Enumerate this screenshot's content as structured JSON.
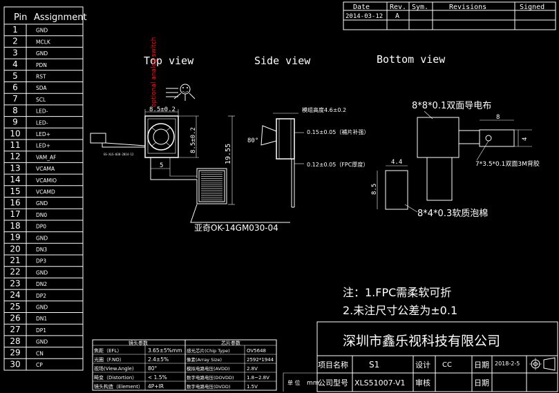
{
  "pin_table": {
    "header_pin": "Pin",
    "header_assign": "Assignment",
    "rows": [
      {
        "pin": "1",
        "sig": "GND"
      },
      {
        "pin": "2",
        "sig": "MCLK"
      },
      {
        "pin": "3",
        "sig": "GND"
      },
      {
        "pin": "4",
        "sig": "PDN"
      },
      {
        "pin": "5",
        "sig": "RST"
      },
      {
        "pin": "6",
        "sig": "SDA"
      },
      {
        "pin": "7",
        "sig": "SCL"
      },
      {
        "pin": "8",
        "sig": "LED-"
      },
      {
        "pin": "9",
        "sig": "LED-"
      },
      {
        "pin": "10",
        "sig": "LED+"
      },
      {
        "pin": "11",
        "sig": "LED+"
      },
      {
        "pin": "12",
        "sig": "VAM_AF"
      },
      {
        "pin": "13",
        "sig": "VCAMA"
      },
      {
        "pin": "14",
        "sig": "VCAMIO"
      },
      {
        "pin": "15",
        "sig": "VCAMD"
      },
      {
        "pin": "16",
        "sig": "GND"
      },
      {
        "pin": "17",
        "sig": "DN0"
      },
      {
        "pin": "18",
        "sig": "DP0"
      },
      {
        "pin": "19",
        "sig": "GND"
      },
      {
        "pin": "20",
        "sig": "DN3"
      },
      {
        "pin": "21",
        "sig": "DP3"
      },
      {
        "pin": "22",
        "sig": "GND"
      },
      {
        "pin": "23",
        "sig": "DN2"
      },
      {
        "pin": "24",
        "sig": "DP2"
      },
      {
        "pin": "25",
        "sig": "GND"
      },
      {
        "pin": "26",
        "sig": "DN1"
      },
      {
        "pin": "27",
        "sig": "DP1"
      },
      {
        "pin": "28",
        "sig": "GND"
      },
      {
        "pin": "29",
        "sig": "CN"
      },
      {
        "pin": "30",
        "sig": "CP"
      }
    ]
  },
  "revision": {
    "headers": [
      "Date",
      "Rev.",
      "Sym.",
      "Revisions",
      "Signed"
    ],
    "row": [
      "2014-03-12",
      "A",
      "",
      "",
      ""
    ]
  },
  "views": {
    "top": "Top view",
    "side": "Side view",
    "bottom": "Bottom view"
  },
  "dims": {
    "top_w": "8.5±0.2",
    "top_h": "8.5±0.2",
    "top_5": "5",
    "top_len": "19.55",
    "side_h": "模组高度4.6±0.2",
    "side_t1": "0.15±0.05（補片补强）",
    "side_t2": "0.12±0.05（FPC厚度）",
    "side_angle": "80°",
    "bot_8": "8",
    "bot_4": "4",
    "bot_44": "4.4",
    "bot_85": "8.5",
    "fabric_label": "8*8*0.1双面导电布",
    "tape_label": "7*3.5*0.1双面3M背胶",
    "foam_label": "8*4*0.3软质泡棉",
    "red_text": "optional analog switch",
    "pcb_text": "GS-XLS-038-2014-12",
    "part_label": "亚奇OK-14GM030-04"
  },
  "notes": {
    "line1": "注：1.FPC需柔软可折",
    "line2": "2.未注尺寸公差为±0.1"
  },
  "lens_table": {
    "title": "镜头参数",
    "rows": [
      {
        "k": "焦距（EFL）",
        "v": "3.65±5%mm"
      },
      {
        "k": "光圈（F.NO）",
        "v": "2.4±5%"
      },
      {
        "k": "视场(View.Angle)",
        "v": "80°"
      },
      {
        "k": "畸变（Distortion）",
        "v": "< 1.5%"
      },
      {
        "k": "镜头构造（Element）",
        "v": "4P+IR"
      }
    ]
  },
  "chip_table": {
    "title": "芯片参数",
    "rows": [
      {
        "k": "感光芯片(Chip Type)",
        "v": "OV5648"
      },
      {
        "k": "像素(Array Size)",
        "v": "2592*1944"
      },
      {
        "k": "模拟电路电压(AVDD)",
        "v": "2.8V"
      },
      {
        "k": "数字电路电压(DOVDD)",
        "v": "1.8~2.8V"
      },
      {
        "k": "数字电路电压(DVDD)",
        "v": "1.5V"
      }
    ]
  },
  "title_block": {
    "company": "深圳市鑫乐视科技有限公司",
    "item_name_label": "项目名称",
    "item_name": "S1",
    "design_label": "设计",
    "design": "CC",
    "date_label": "日期",
    "date": "2018-2-5",
    "model_label": "公司型号",
    "model": "XLS51007-V1",
    "review_label": "审核",
    "date_label2": "日期",
    "unit_label": "单 位",
    "unit": "mm"
  }
}
